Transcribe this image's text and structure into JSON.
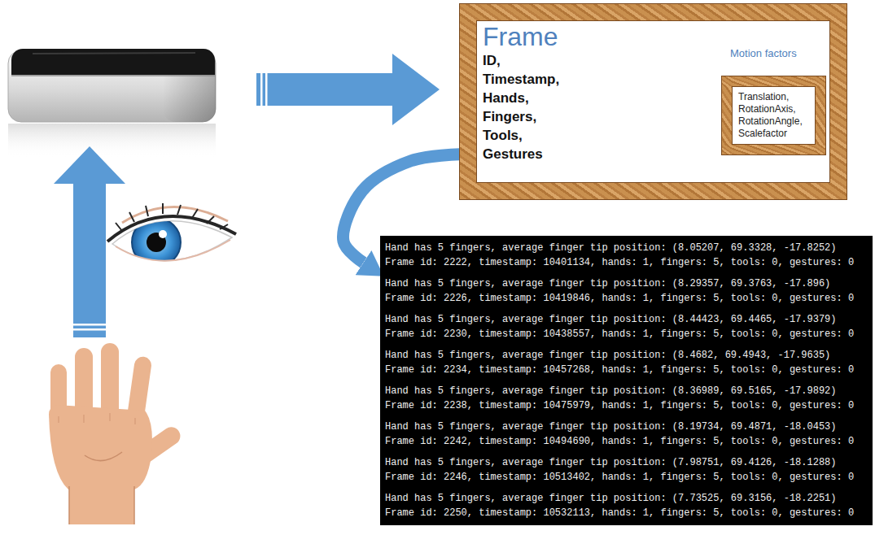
{
  "diagram": {
    "nodes": [
      {
        "text": [
          "Frame",
          "ID, Timestamp, Hands, Fingers, Tools, Gestures"
        ]
      },
      {
        "text": [
          "Motion factors",
          "Translation, RotationAxis, RotationAngle, Scalefactor"
        ],
        "in": 0
      },
      {
        "text": [
          "Hand has 5 fingers, average finger tip position: (8.05207, 69.3328, -17.8252)",
          "Frame id: 2222, timestamp: 10401134, hands: 1, fingers: 5, tools: 0, gestures: 0",
          "Hand has 5 fingers, average finger tip position: (8.29357, 69.3763, -17.896)",
          "Frame id: 2226, timestamp: 10419846, hands: 1, fingers: 5, tools: 0, gestures: 0",
          "Hand has 5 fingers, average finger tip position: (8.44423, 69.4465, -17.9379)",
          "Frame id: 2230, timestamp: 10438557, hands: 1, fingers: 5, tools: 0, gestures: 0",
          "Hand has 5 fingers, average finger tip position: (8.4682, 69.4943, -17.9635)",
          "Frame id: 2234, timestamp: 10457268, hands: 1, fingers: 5, tools: 0, gestures: 0",
          "Hand has 5 fingers, average finger tip position: (8.36989, 69.5165, -17.9892)",
          "Frame id: 2238, timestamp: 10475979, hands: 1, fingers: 5, tools: 0, gestures: 0",
          "Hand has 5 fingers, average finger tip position: (8.19734, 69.4871, -18.0453)",
          "Frame id: 2242, timestamp: 10494690, hands: 1, fingers: 5, tools: 0, gestures: 0",
          "Hand has 5 fingers, average finger tip position: (7.98751, 69.4126, -18.1288)",
          "Frame id: 2246, timestamp: 10513402, hands: 1, fingers: 5, tools: 0, gestures: 0",
          "Hand has 5 fingers, average finger tip position: (7.73525, 69.3156, -18.2251)",
          "Frame id: 2250, timestamp: 10532113, hands: 1, fingers: 5, tools: 0, gestures: 0"
        ]
      }
    ],
    "edges": [
      {
        "from": 0,
        "to": 2,
        "arrow": "to"
      }
    ]
  }
}
